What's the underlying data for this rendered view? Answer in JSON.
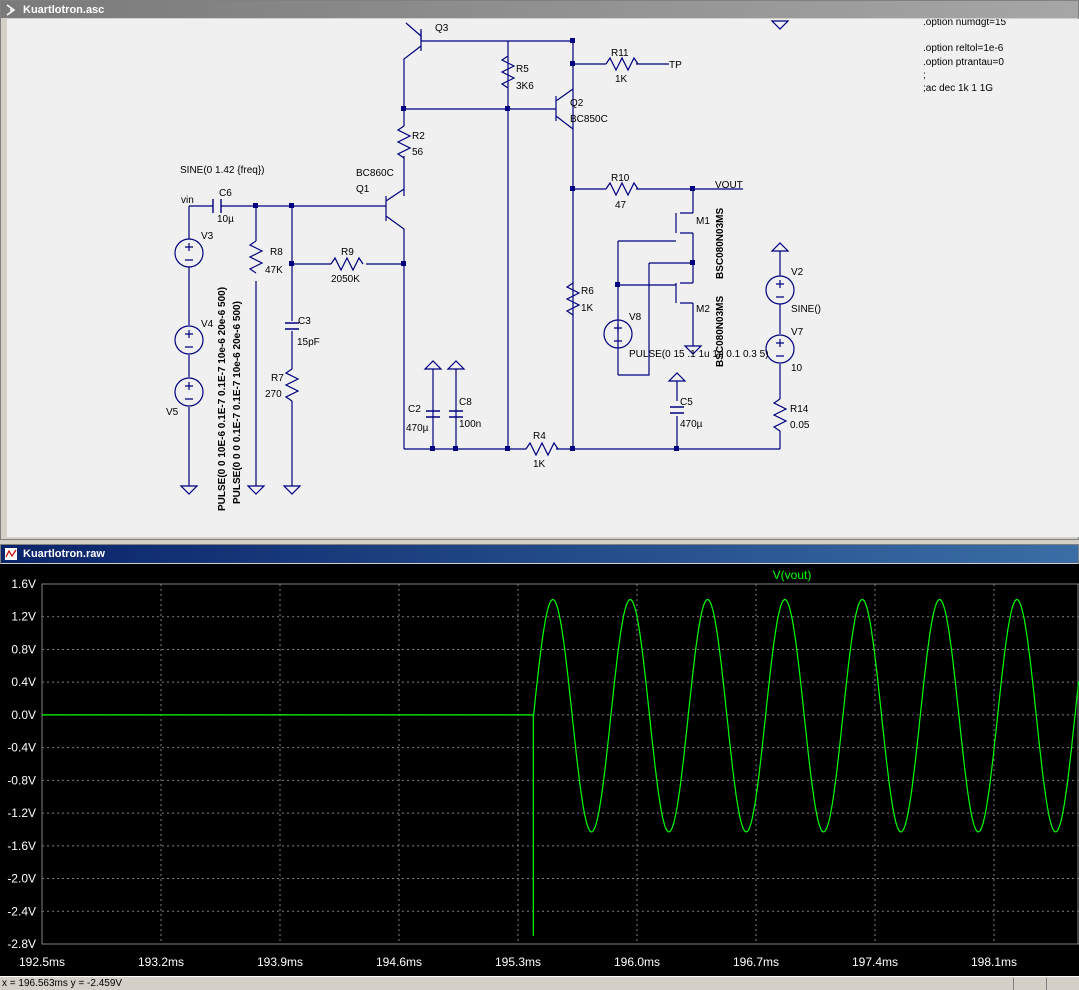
{
  "schematic_window": {
    "title": "Kuartlotron.asc",
    "directives": [
      ".option numdgt=15",
      ".option reltol=1e-6",
      ".option ptrantau=0",
      ";",
      ";ac dec 1k 1 1G"
    ],
    "components": {
      "q3": "Q3",
      "r5": "R5",
      "r5_val": "3K6",
      "r11": "R11",
      "r11_val": "1K",
      "tp": "TP",
      "q2": "Q2",
      "q2_model": "BC850C",
      "r2": "R2",
      "r2_val": "56",
      "q1_model": "BC860C",
      "q1": "Q1",
      "sine_src": "SINE(0 1.42 {freq})",
      "vin": "vin",
      "c6": "C6",
      "c6_val": "10µ",
      "r10": "R10",
      "r10_val": "47",
      "vout": "VOUT",
      "m1": "M1",
      "m1_model": "BSC080N03MS",
      "m2": "M2",
      "m2_model": "BSC080N03MS",
      "v3": "V3",
      "r8": "R8",
      "r8_val": "47K",
      "r9": "R9",
      "r9_val": "2050K",
      "v2": "V2",
      "v2_val": "SINE()",
      "c3": "C3",
      "c3_val": "15pF",
      "v4": "V4",
      "r6": "R6",
      "r6_val": "1K",
      "v8": "V8",
      "v7": "V7",
      "v7_val": "10",
      "pulse_v8": "PULSE(0 15 .1 1u 1u 0.1 0.3 5)",
      "r7": "R7",
      "r7_val": "270",
      "v5": "V5",
      "pulse_a": "PULSE(0 0 10E-6 0.1E-7 0.1E-7 10e-6 20e-6 500)",
      "pulse_b": "PULSE(0 0 0 0.1E-7 0.1E-7 10e-6 20e-6 500)",
      "c2": "C2",
      "c2_val": "470µ",
      "c8": "C8",
      "c8_val": "100n",
      "c5": "C5",
      "c5_val": "470µ",
      "r14": "R14",
      "r14_val": "0.05",
      "r4": "R4",
      "r4_val": "1K"
    }
  },
  "waveform_window": {
    "title": "Kuartlotron.raw",
    "colors": {
      "trace": "#00ff00",
      "grid": "#7f7f7f",
      "axis_text": "#ffffff",
      "background": "#000000"
    }
  },
  "chart_data": {
    "type": "line",
    "title": "",
    "series": [
      {
        "name": "V(vout)"
      }
    ],
    "xlabel": "",
    "ylabel": "",
    "x_ticks": [
      "192.5ms",
      "193.2ms",
      "193.9ms",
      "194.6ms",
      "195.3ms",
      "196.0ms",
      "196.7ms",
      "197.4ms",
      "198.1ms"
    ],
    "y_ticks": [
      "1.6V",
      "1.2V",
      "0.8V",
      "0.4V",
      "0.0V",
      "-0.4V",
      "-0.8V",
      "-1.2V",
      "-1.6V",
      "-2.0V",
      "-2.4V",
      "-2.8V"
    ],
    "xlim_ms": [
      192.5,
      198.6
    ],
    "ylim": [
      -2.8,
      1.6
    ],
    "grid": true,
    "signal": {
      "zero_until_ms": 195.39,
      "spike_min": -2.7,
      "sine_amplitude": 1.42,
      "sine_offset": -0.01,
      "period_ms": 0.455,
      "first_peak_ms": 195.96
    }
  },
  "status_bar": {
    "cursor": "x = 196.563ms    y = -2.459V"
  }
}
